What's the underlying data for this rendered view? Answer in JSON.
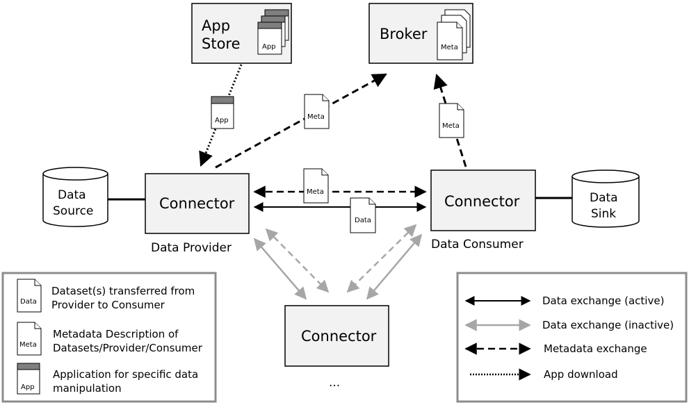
{
  "nodes": {
    "app_store": "App\nStore",
    "broker": "Broker",
    "data_source": "Data\nSource",
    "data_sink": "Data\nSink",
    "connector_provider": "Connector",
    "connector_consumer": "Connector",
    "connector_bottom": "Connector"
  },
  "roles": {
    "provider": "Data Provider",
    "consumer": "Data Consumer",
    "ellipsis": "..."
  },
  "icons": {
    "app": "App",
    "meta": "Meta",
    "data": "Data"
  },
  "legend_left": [
    {
      "icon": "Data",
      "text": "Dataset(s) transferred from\nProvider  to Consumer"
    },
    {
      "icon": "Meta",
      "text": "Metadata Description of\nDatasets/Provider/Consumer"
    },
    {
      "icon": "App",
      "text": "Application  for specific data\nmanipulation"
    }
  ],
  "legend_right": [
    {
      "style": "solid-black",
      "text": "Data exchange (active)"
    },
    {
      "style": "solid-gray",
      "text": "Data exchange (inactive)"
    },
    {
      "style": "dashed-black",
      "text": "Metadata exchange"
    },
    {
      "style": "dotted-black",
      "text": "App download"
    }
  ],
  "colors": {
    "box_fill": "#f2f2f2",
    "inactive_arrow": "#a6a6a6",
    "legend_border": "#8c8c8c"
  }
}
